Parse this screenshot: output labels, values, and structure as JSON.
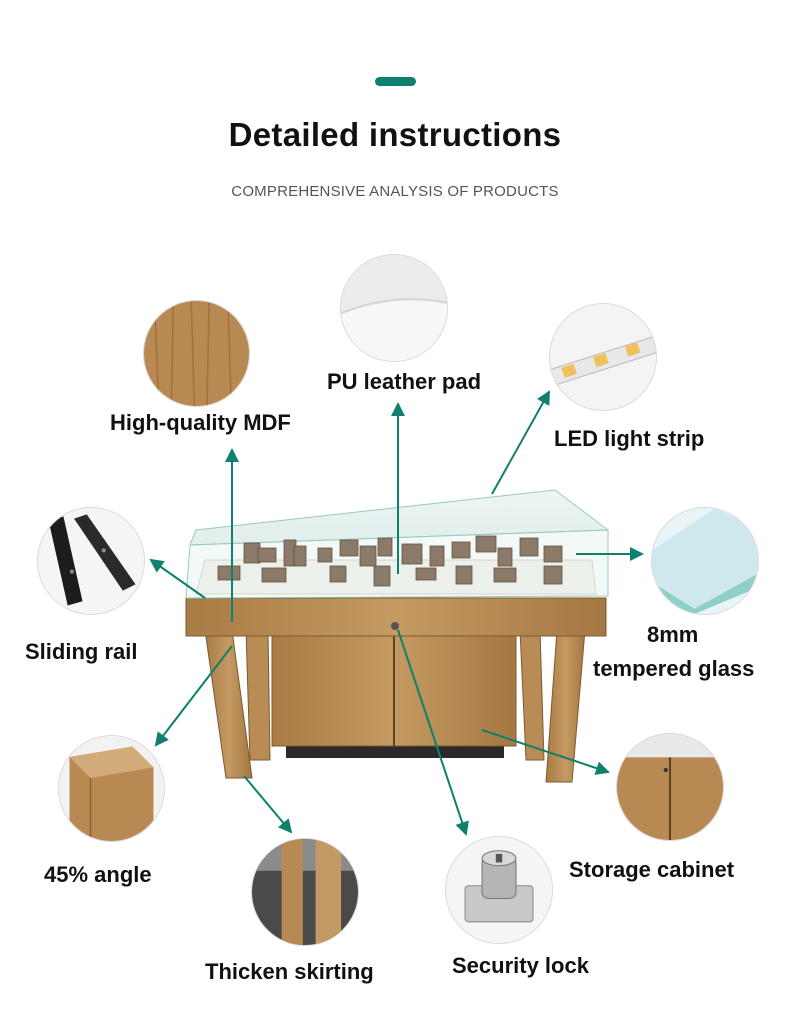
{
  "header": {
    "title": "Detailed instructions",
    "subtitle": "COMPREHENSIVE ANALYSIS OF PRODUCTS"
  },
  "colors": {
    "accent": "#0f7f6e",
    "wood": "#b88a52",
    "wood_dark": "#8a6436",
    "glass": "#cfe7e3"
  },
  "features": {
    "mdf": "High-quality MDF",
    "pu": "PU leather pad",
    "led": "LED light strip",
    "rail": "Sliding rail",
    "glass_line1": "8mm",
    "glass_line2": "tempered glass",
    "angle": "45% angle",
    "cabinet": "Storage cabinet",
    "skirting": "Thicken skirting",
    "lock": "Security lock"
  },
  "icons": {
    "mdf": "wood-grain-swatch",
    "pu": "leather-swatch",
    "led": "led-strip",
    "rail": "drawer-slide-rail",
    "glass": "glass-pane",
    "angle": "mitered-corner",
    "cabinet": "cabinet-door",
    "skirting": "skirting-base",
    "lock": "cam-lock"
  }
}
